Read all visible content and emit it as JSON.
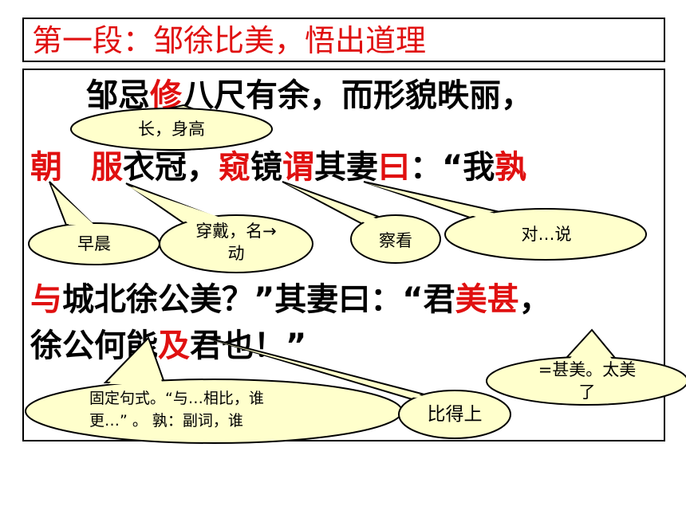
{
  "title": "第一段：邹徐比美，悟出道理",
  "text": {
    "l1_a": "邹忌",
    "l1_b": "修",
    "l1_c": "八尺有余，而形貌昳丽，",
    "l2_a": "朝",
    "l2_b": "服",
    "l2_c": "衣冠，",
    "l2_d": "窥",
    "l2_e": "镜",
    "l2_f": "谓",
    "l2_g": "其妻",
    "l2_h": "曰",
    "l2_i": "：“我",
    "l2_j": "孰",
    "l3_a": "与",
    "l3_b": "城北徐公美？”其妻曰：“君",
    "l3_c": "美甚",
    "l3_d": "，",
    "l4_a": "徐公何能",
    "l4_b": "及",
    "l4_c": "君也！”"
  },
  "notes": {
    "chang": "长，身高",
    "zaochen": "早晨",
    "chuandai_1": "穿戴，名→",
    "chuandai_2": "动",
    "chakan": "察看",
    "dui": "对…说",
    "shenmei_1": "=甚美。太美",
    "shenmei_2": "了",
    "gudingjushi_1": "固定句式。“与…相比，谁",
    "gudingjushi_2": "更…” 。 孰：副词，谁",
    "bideshang": "比得上"
  },
  "colors": {
    "highlight": "#e01010",
    "bubble_fill": "#ffffcc"
  }
}
